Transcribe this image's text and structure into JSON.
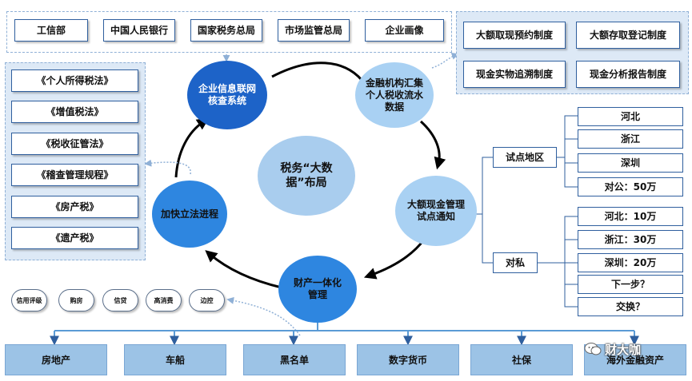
{
  "top_chain": [
    "工信部",
    "中国人民银行",
    "国家税务总局",
    "市场监管总局",
    "企业画像"
  ],
  "laws": [
    "《个人所得税法》",
    "《增值税法》",
    "《税收征管法》",
    "《稽查管理规程》",
    "《房产税》",
    "《遗产税》"
  ],
  "systems": [
    "大额取现预约制度",
    "大额存取登记制度",
    "现金实物追溯制度",
    "现金分析报告制度"
  ],
  "cycle": {
    "center": "税务“大数据”布局",
    "enterprise_check": "企业信息联网核查系统",
    "bank_data": "金融机构汇集个人税收流水数据",
    "cash_pilot": "大额现金管理试点通知",
    "property": "财产一体化管理",
    "legislation": "加快立法进程"
  },
  "pilot": {
    "label": "试点地区",
    "regions": [
      "河北",
      "浙江",
      "深圳",
      "对公：50万"
    ]
  },
  "private": {
    "label": "对私",
    "items": [
      "河北：10万",
      "浙江：30万",
      "深圳：20万",
      "下一步？",
      "交换？"
    ]
  },
  "credit_items": [
    "信用评级",
    "购房",
    "信贷",
    "高消费",
    "边控"
  ],
  "bottom_items": [
    "房地产",
    "车船",
    "黑名单",
    "数字货币",
    "社保",
    "海外金融资产"
  ],
  "watermark": "财大咖",
  "colors": {
    "dark_circle": "#1d63c8",
    "mid_circle": "#2e86e0",
    "light_circle": "#a9d1f3",
    "center_circle": "#a9cdee",
    "line": "#2f5f9e",
    "bottom_fill": "#9cc3e6"
  }
}
